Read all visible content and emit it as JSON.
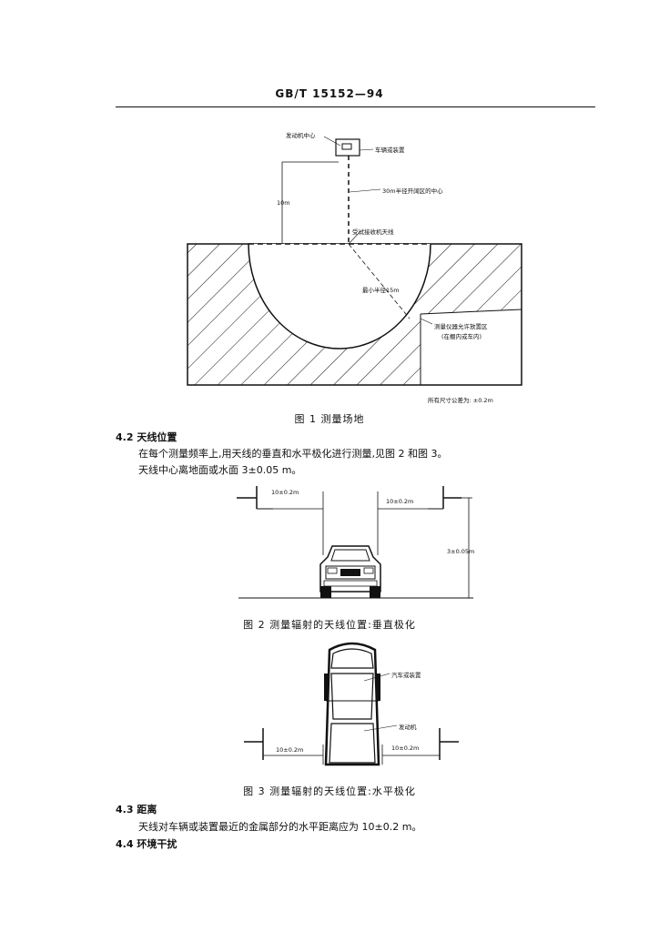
{
  "header": {
    "standard": "GB/T 15152—94"
  },
  "figure1": {
    "labels": {
      "engine_center": "发动机中心",
      "vehicle": "车辆或装置",
      "center_30m": "30m半径开阔区的中心",
      "dist_10m": "10m",
      "antenna": "受试接收机天线",
      "min_radius": "最小半径15m",
      "instrument_area_line1": "测量仪器允许放置区",
      "instrument_area_line2": "(在棚内或车内)"
    },
    "tolerance_note": "所有尺寸公差为: ±0.2m",
    "caption": "图 1   测量场地"
  },
  "section_4_2": {
    "title": "4.2   天线位置",
    "line1": "在每个测量频率上,用天线的垂直和水平极化进行测量,见图 2 和图 3。",
    "line2": "天线中心离地面或水面 3±0.05 m。"
  },
  "figure2": {
    "dim_left": "10±0.2m",
    "dim_right": "10±0.2m",
    "dim_height": "3±0.05m",
    "caption": "图 2   测量辐射的天线位置:垂直极化"
  },
  "figure3": {
    "vehicle": "汽车或装置",
    "engine": "发动机",
    "dim_left": "10±0.2m",
    "dim_right": "10±0.2m",
    "caption": "图 3   测量辐射的天线位置:水平极化"
  },
  "section_4_3": {
    "title": "4.3   距离",
    "line1": "天线对车辆或装置最近的金属部分的水平距离应为 10±0.2 m。"
  },
  "section_4_4": {
    "title": "4.4   环境干扰"
  }
}
